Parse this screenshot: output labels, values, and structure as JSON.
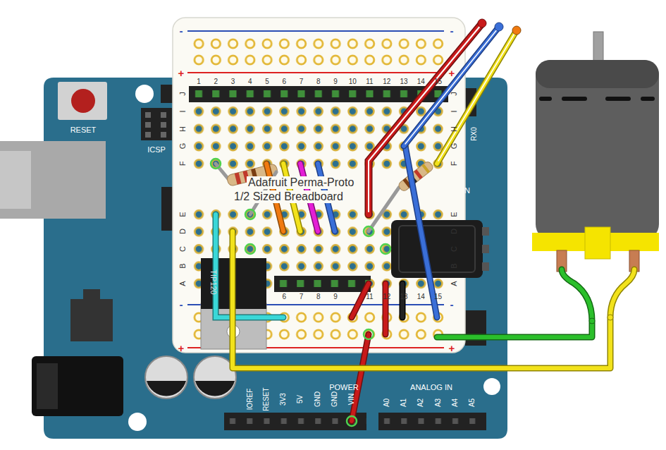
{
  "diagram": {
    "labels": [
      "RESET",
      "ICSP",
      "1",
      "2",
      "3",
      "4",
      "5",
      "6",
      "7",
      "8",
      "9",
      "10",
      "11",
      "12",
      "13",
      "14",
      "15",
      "J",
      "I",
      "H",
      "G",
      "F",
      "E",
      "D",
      "C",
      "B",
      "A",
      "J",
      "I",
      "H",
      "G",
      "F",
      "E",
      "D",
      "C",
      "B",
      "A",
      "-",
      "-",
      "+",
      "+",
      "-",
      "-",
      "+",
      "+",
      "6",
      "7",
      "8",
      "9",
      "11",
      "12",
      "13",
      "14",
      "15",
      "Adafruit Perma-Proto",
      "1/2 Sized Breadboard",
      "TIP120",
      "POWER",
      "IOREF",
      "RESET",
      "3V3",
      "5V",
      "GND",
      "GND",
      "VIN",
      "ANALOG IN",
      "A0",
      "A1",
      "A2",
      "A3",
      "A4",
      "A5",
      "RX0",
      "N"
    ]
  }
}
